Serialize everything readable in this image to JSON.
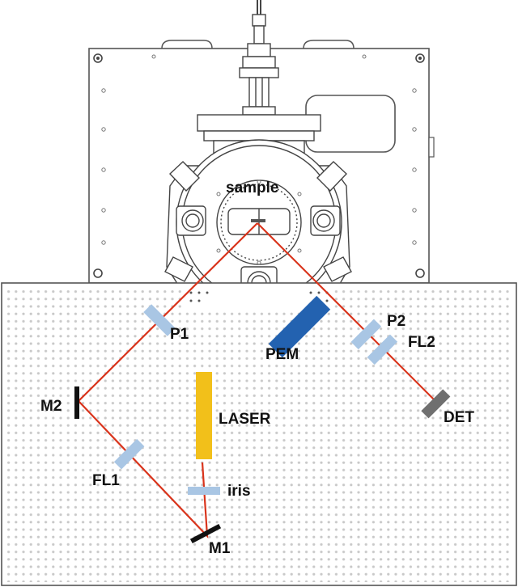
{
  "labels": {
    "sample": "sample",
    "p1": "P1",
    "p2": "P2",
    "pem": "PEM",
    "fl2": "FL2",
    "m2": "M2",
    "laser": "LASER",
    "det": "DET",
    "fl1": "FL1",
    "iris": "iris",
    "m1": "M1"
  },
  "colors": {
    "beam": "#d9341c",
    "laser": "#f2c01a",
    "pem": "#2362b0",
    "optic_light": "#a9c6e4",
    "mirror": "#111111",
    "detector": "#6f6f6f",
    "table_hole": "#c9c9c9",
    "outline": "#555555"
  }
}
